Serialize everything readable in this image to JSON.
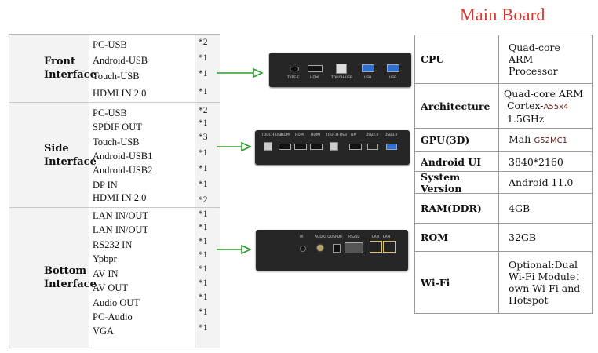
{
  "title": "Main Board",
  "interfaces": [
    {
      "header_line1": "Front",
      "header_line2": "Interface",
      "items": [
        "PC-USB",
        "Android-USB",
        "Touch-USB",
        "HDMI IN 2.0"
      ],
      "counts": [
        "*2",
        "*1",
        "*1",
        "*1"
      ]
    },
    {
      "header_line1": "Side",
      "header_line2": "Interface",
      "items": [
        "PC-USB",
        "SPDIF OUT",
        "Touch-USB",
        "Android-USB1",
        "Android-USB2",
        "DP IN",
        "HDMI IN 2.0"
      ],
      "counts": [
        "*2",
        "*1",
        "*3",
        "*1",
        "*1",
        "*1",
        "*2"
      ]
    },
    {
      "header_line1": "Bottom",
      "header_line2": "Interface",
      "items": [
        "LAN IN/OUT",
        "LAN IN/OUT",
        "RS232 IN",
        "Ypbpr",
        "AV IN",
        "AV OUT",
        "Audio OUT",
        "PC-Audio",
        "VGA"
      ],
      "counts": [
        "*1",
        "*1",
        "*1",
        "*1",
        "*1",
        "*1",
        "*1",
        "*1",
        "*1"
      ]
    }
  ],
  "panels": {
    "front_labels": [
      "TYPE-C",
      "HDMI",
      "TOUCH-USB",
      "USB",
      "USB"
    ],
    "side_labels": [
      "TOUCH-USB",
      "HDMI",
      "HDMI",
      "HDMI",
      "TOUCH-USB",
      "DP",
      "USB2.0",
      "USB3.0"
    ],
    "bottom_labels": [
      "IR",
      "AUDIO OUT",
      "SPDIF",
      "RS232",
      "LAN",
      "LAN"
    ]
  },
  "specs": [
    {
      "key": "CPU",
      "value_lines": [
        "Quad-core",
        "ARM",
        "Processor"
      ]
    },
    {
      "key": "Architecture",
      "value_lines": [
        "Quad-core ARM"
      ],
      "value_prefix": "Cortex-",
      "value_model": "A55x4",
      "value_last": "1.5GHz"
    },
    {
      "key": "GPU(3D)",
      "value_prefix": "Mali-",
      "value_model": "G52MC1"
    },
    {
      "key": "Android UI",
      "value_lines": [
        "3840*2160"
      ]
    },
    {
      "key": "System Version",
      "value_lines": [
        "Android 11.0"
      ]
    },
    {
      "key": "RAM(DDR)",
      "value_lines": [
        "4GB"
      ]
    },
    {
      "key": "ROM",
      "value_lines": [
        "32GB"
      ]
    },
    {
      "key": "Wi-Fi",
      "value_lines": [
        "Optional:Dual",
        "Wi-Fi Module：",
        "own Wi-Fi and",
        "Hotspot"
      ]
    }
  ],
  "colors": {
    "title": "#d8332a",
    "arrow": "#2e9a2e",
    "panel": "#262626",
    "usb_blue": "#2f6fd0"
  }
}
